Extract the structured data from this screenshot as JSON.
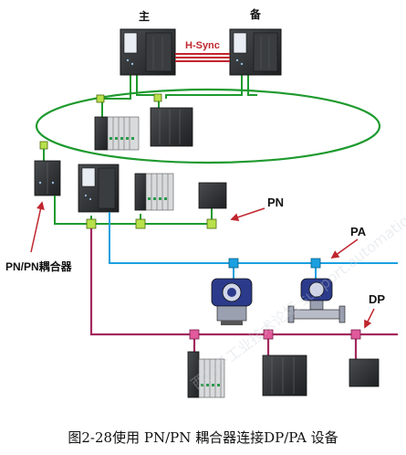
{
  "labels": {
    "master": "主",
    "standby": "备",
    "hsync": "H-Sync",
    "pn": "PN",
    "pa": "PA",
    "dp": "DP",
    "coupler": "PN/PN耦合器"
  },
  "caption": "图2-28使用 PN/PN 耦合器连接DP/PA 设备",
  "watermark": "西门子工业技术论坛 support.automation.siemens.com",
  "colors": {
    "ring": "#1e9a2e",
    "pn_line": "#1e9a2e",
    "pa_line": "#1aa0e0",
    "dp_line": "#a3285e",
    "hsync": "#c0262e",
    "node_pn": "#b8e04a",
    "node_pa": "#1aa0e0",
    "node_dp": "#e05a9c",
    "arrow": "#c0262e",
    "device": "#2b2d2f"
  }
}
